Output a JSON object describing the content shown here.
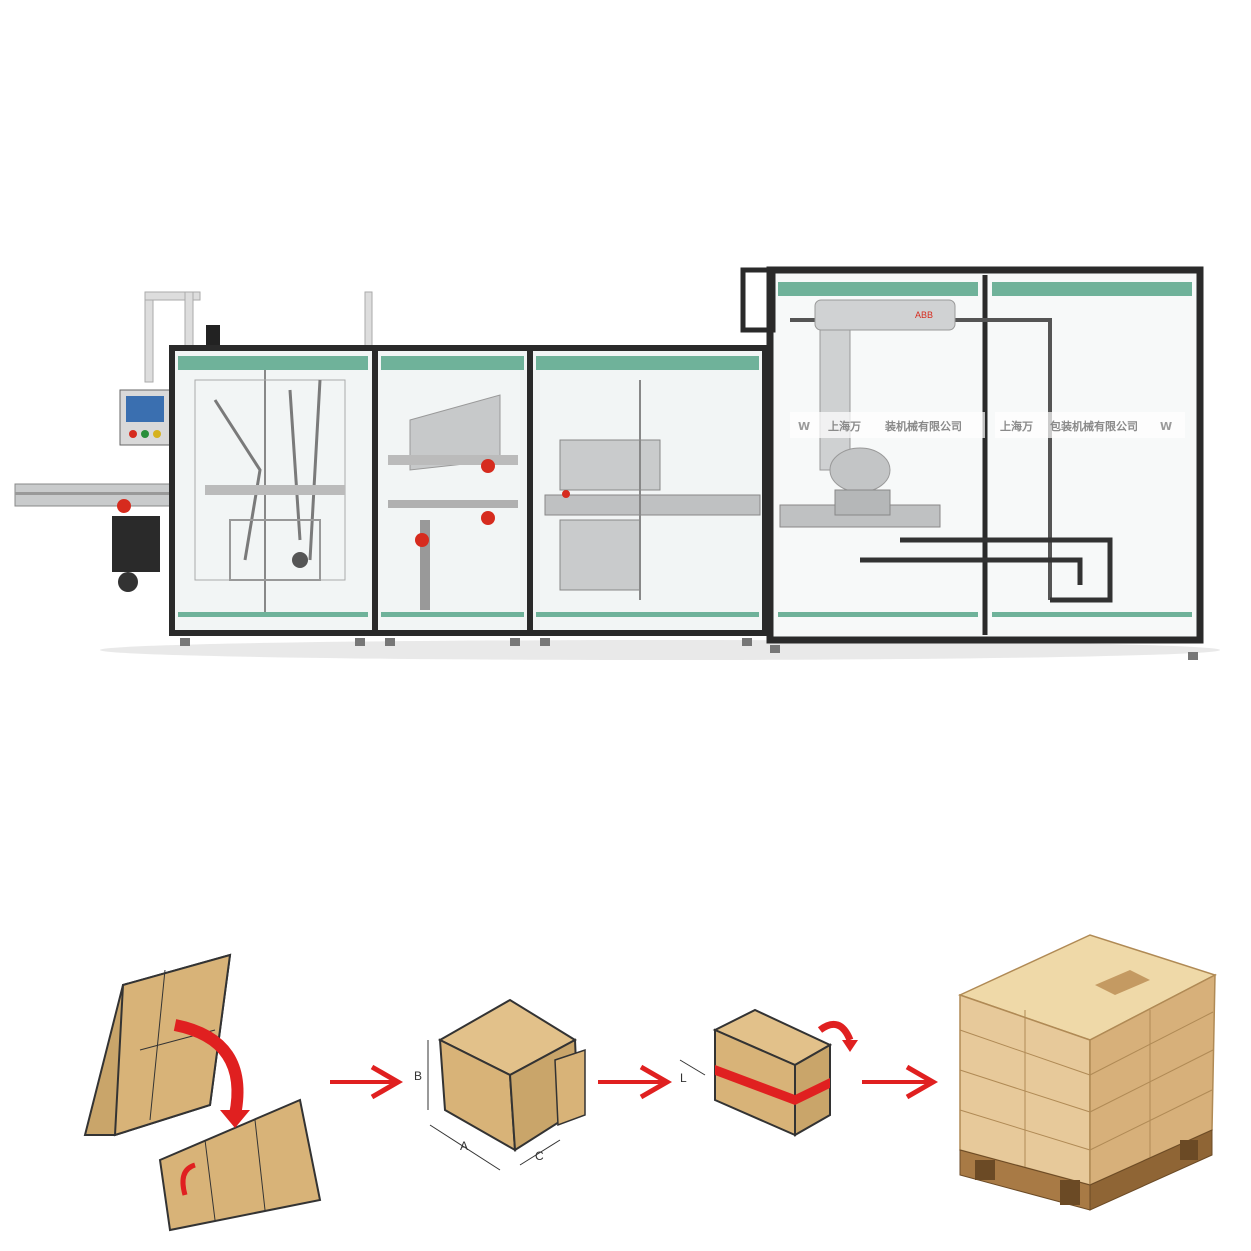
{
  "machine": {
    "watermark_left": "上海万",
    "watermark_left_tail": "装机械有限公司",
    "watermark_right": "上海万",
    "watermark_right_tail": "包装机械有限公司",
    "robot_brand": "ABB",
    "colors": {
      "frame": "#2a2a2a",
      "green_header": "#6fb29a",
      "glass": "#f2f5f5",
      "steel": "#b9bcbe",
      "emergency": "#d62b1e"
    },
    "icons": [
      "logo-icon",
      "touch-panel-icon",
      "robot-arm-icon"
    ]
  },
  "process": {
    "dimension_labels": {
      "a": "A",
      "b": "B",
      "c": "C",
      "l": "L"
    },
    "steps": [
      "flat-carton-stack",
      "erected-carton",
      "taped-carton",
      "pallet-load"
    ],
    "arrow_color": "#e02020",
    "carton_color": "#d8b378"
  }
}
